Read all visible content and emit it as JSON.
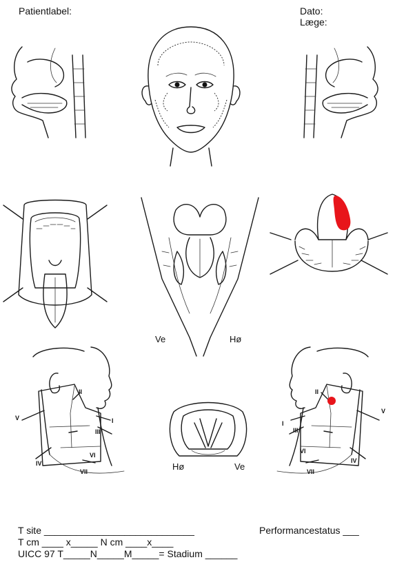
{
  "header": {
    "patient_label": "Patientlabel:",
    "date": "Dato:",
    "doctor": "Læge:"
  },
  "diagrams": {
    "larynx_sides": {
      "left": "Ve",
      "right": "Hø"
    },
    "glottis_sides": {
      "left": "Hø",
      "right": "Ve"
    },
    "neck_levels": [
      "I",
      "II",
      "III",
      "IV",
      "V",
      "VI",
      "VII"
    ],
    "marker_color": "#e8151b"
  },
  "footer": {
    "t_site": "T site ____________________________",
    "t_cm": "T cm ____ x_____ N cm ____x____",
    "uicc": "UICC 97      T_____N_____M_____= Stadium ______",
    "performance": "Performancestatus ___"
  }
}
